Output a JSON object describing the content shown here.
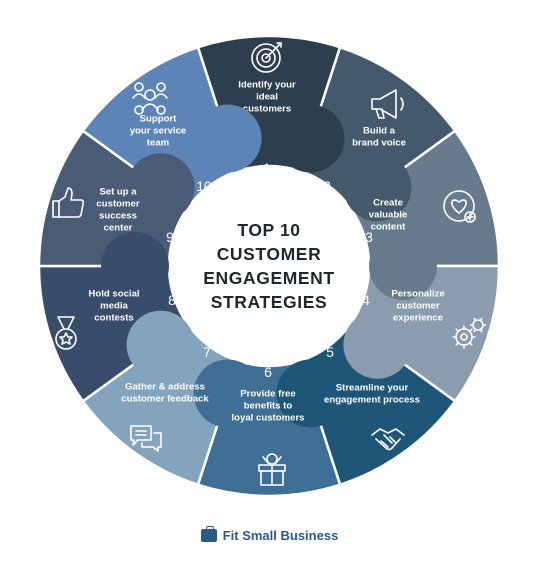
{
  "title": [
    "TOP 10",
    "CUSTOMER",
    "ENGAGEMENT",
    "STRATEGIES"
  ],
  "segments": [
    {
      "number": "1",
      "label": [
        "Identify your",
        "ideal",
        "customers"
      ],
      "color": "#2d3f4e",
      "icon": "target-icon"
    },
    {
      "number": "2",
      "label": [
        "Build a",
        "brand voice"
      ],
      "color": "#445a6c",
      "icon": "megaphone-icon"
    },
    {
      "number": "3",
      "label": [
        "Create",
        "valuable",
        "content"
      ],
      "color": "#687b8d",
      "icon": "heart-plus-icon"
    },
    {
      "number": "4",
      "label": [
        "Personalize",
        "customer",
        "experience"
      ],
      "color": "#8a9cae",
      "icon": "gears-icon"
    },
    {
      "number": "5",
      "label": [
        "Streamline your",
        "engagement process"
      ],
      "color": "#1e5678",
      "icon": "handshake-icon"
    },
    {
      "number": "6",
      "label": [
        "Provide free",
        "benefits to",
        "loyal customers"
      ],
      "color": "#3f6f94",
      "icon": "gift-icon"
    },
    {
      "number": "7",
      "label": [
        "Gather & address",
        "customer feedback"
      ],
      "color": "#84a3bd",
      "icon": "chat-bubbles-icon"
    },
    {
      "number": "8",
      "label": [
        "Hold social",
        "media",
        "contests"
      ],
      "color": "#384d6c",
      "icon": "medal-icon"
    },
    {
      "number": "9",
      "label": [
        "Set up a",
        "customer",
        "success",
        "center"
      ],
      "color": "#4a5b76",
      "icon": "thumbs-up-icon"
    },
    {
      "number": "10",
      "label": [
        "Support",
        "your service",
        "team"
      ],
      "color": "#5c84b6",
      "icon": "team-icon"
    }
  ],
  "brand": {
    "name": "Fit Small Business",
    "icon": "briefcase-icon",
    "color": "#2b5a88"
  }
}
